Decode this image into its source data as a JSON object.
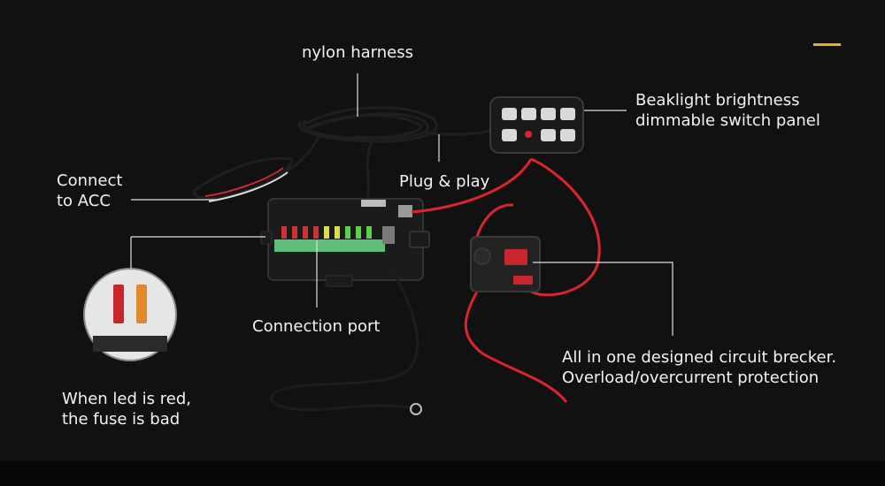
{
  "colors": {
    "background": "#111111",
    "accent": "#e8b11c",
    "wire_red": "#d8262c",
    "wire_black": "#1c1c1c",
    "label_text": "#f2f2f2",
    "callout_line": "#e0e0e0"
  },
  "labels": {
    "nylon_harness": "nylon harness",
    "switch_panel_line1": "Beaklight brightness",
    "switch_panel_line2": "dimmable switch panel",
    "acc_line1": "Connect",
    "acc_line2": "to ACC",
    "plug_play": "Plug & play",
    "connection_port": "Connection port",
    "fuse_line1": "When led is red,",
    "fuse_line2": "the fuse is bad",
    "breaker_line1": "All in one designed circuit brecker.",
    "breaker_line2": "Overload/overcurrent protection"
  }
}
